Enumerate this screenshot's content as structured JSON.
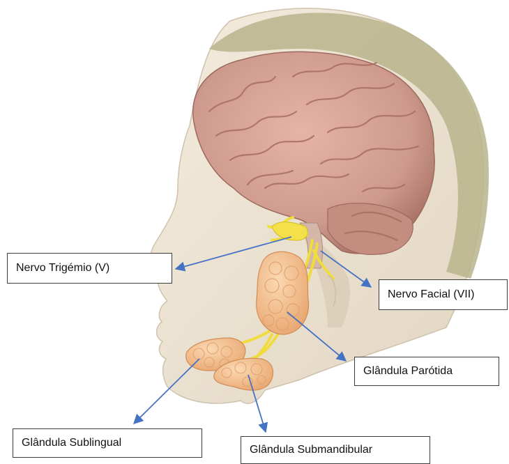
{
  "labels": {
    "trigeminal": "Nervo Trigémio (V)",
    "facial": "Nervo Facial (VII)",
    "parotid": "Glândula Parótida",
    "sublingual": "Glândula Sublingual",
    "submandibular": "Glândula Submandibular"
  },
  "colors": {
    "skin": "#efe6d6",
    "hair": "#b9b48c",
    "brain": "#cf9a8e",
    "gland": "#f4c08f",
    "nerve": "#f0dc3c",
    "arrow": "#4472c4"
  }
}
